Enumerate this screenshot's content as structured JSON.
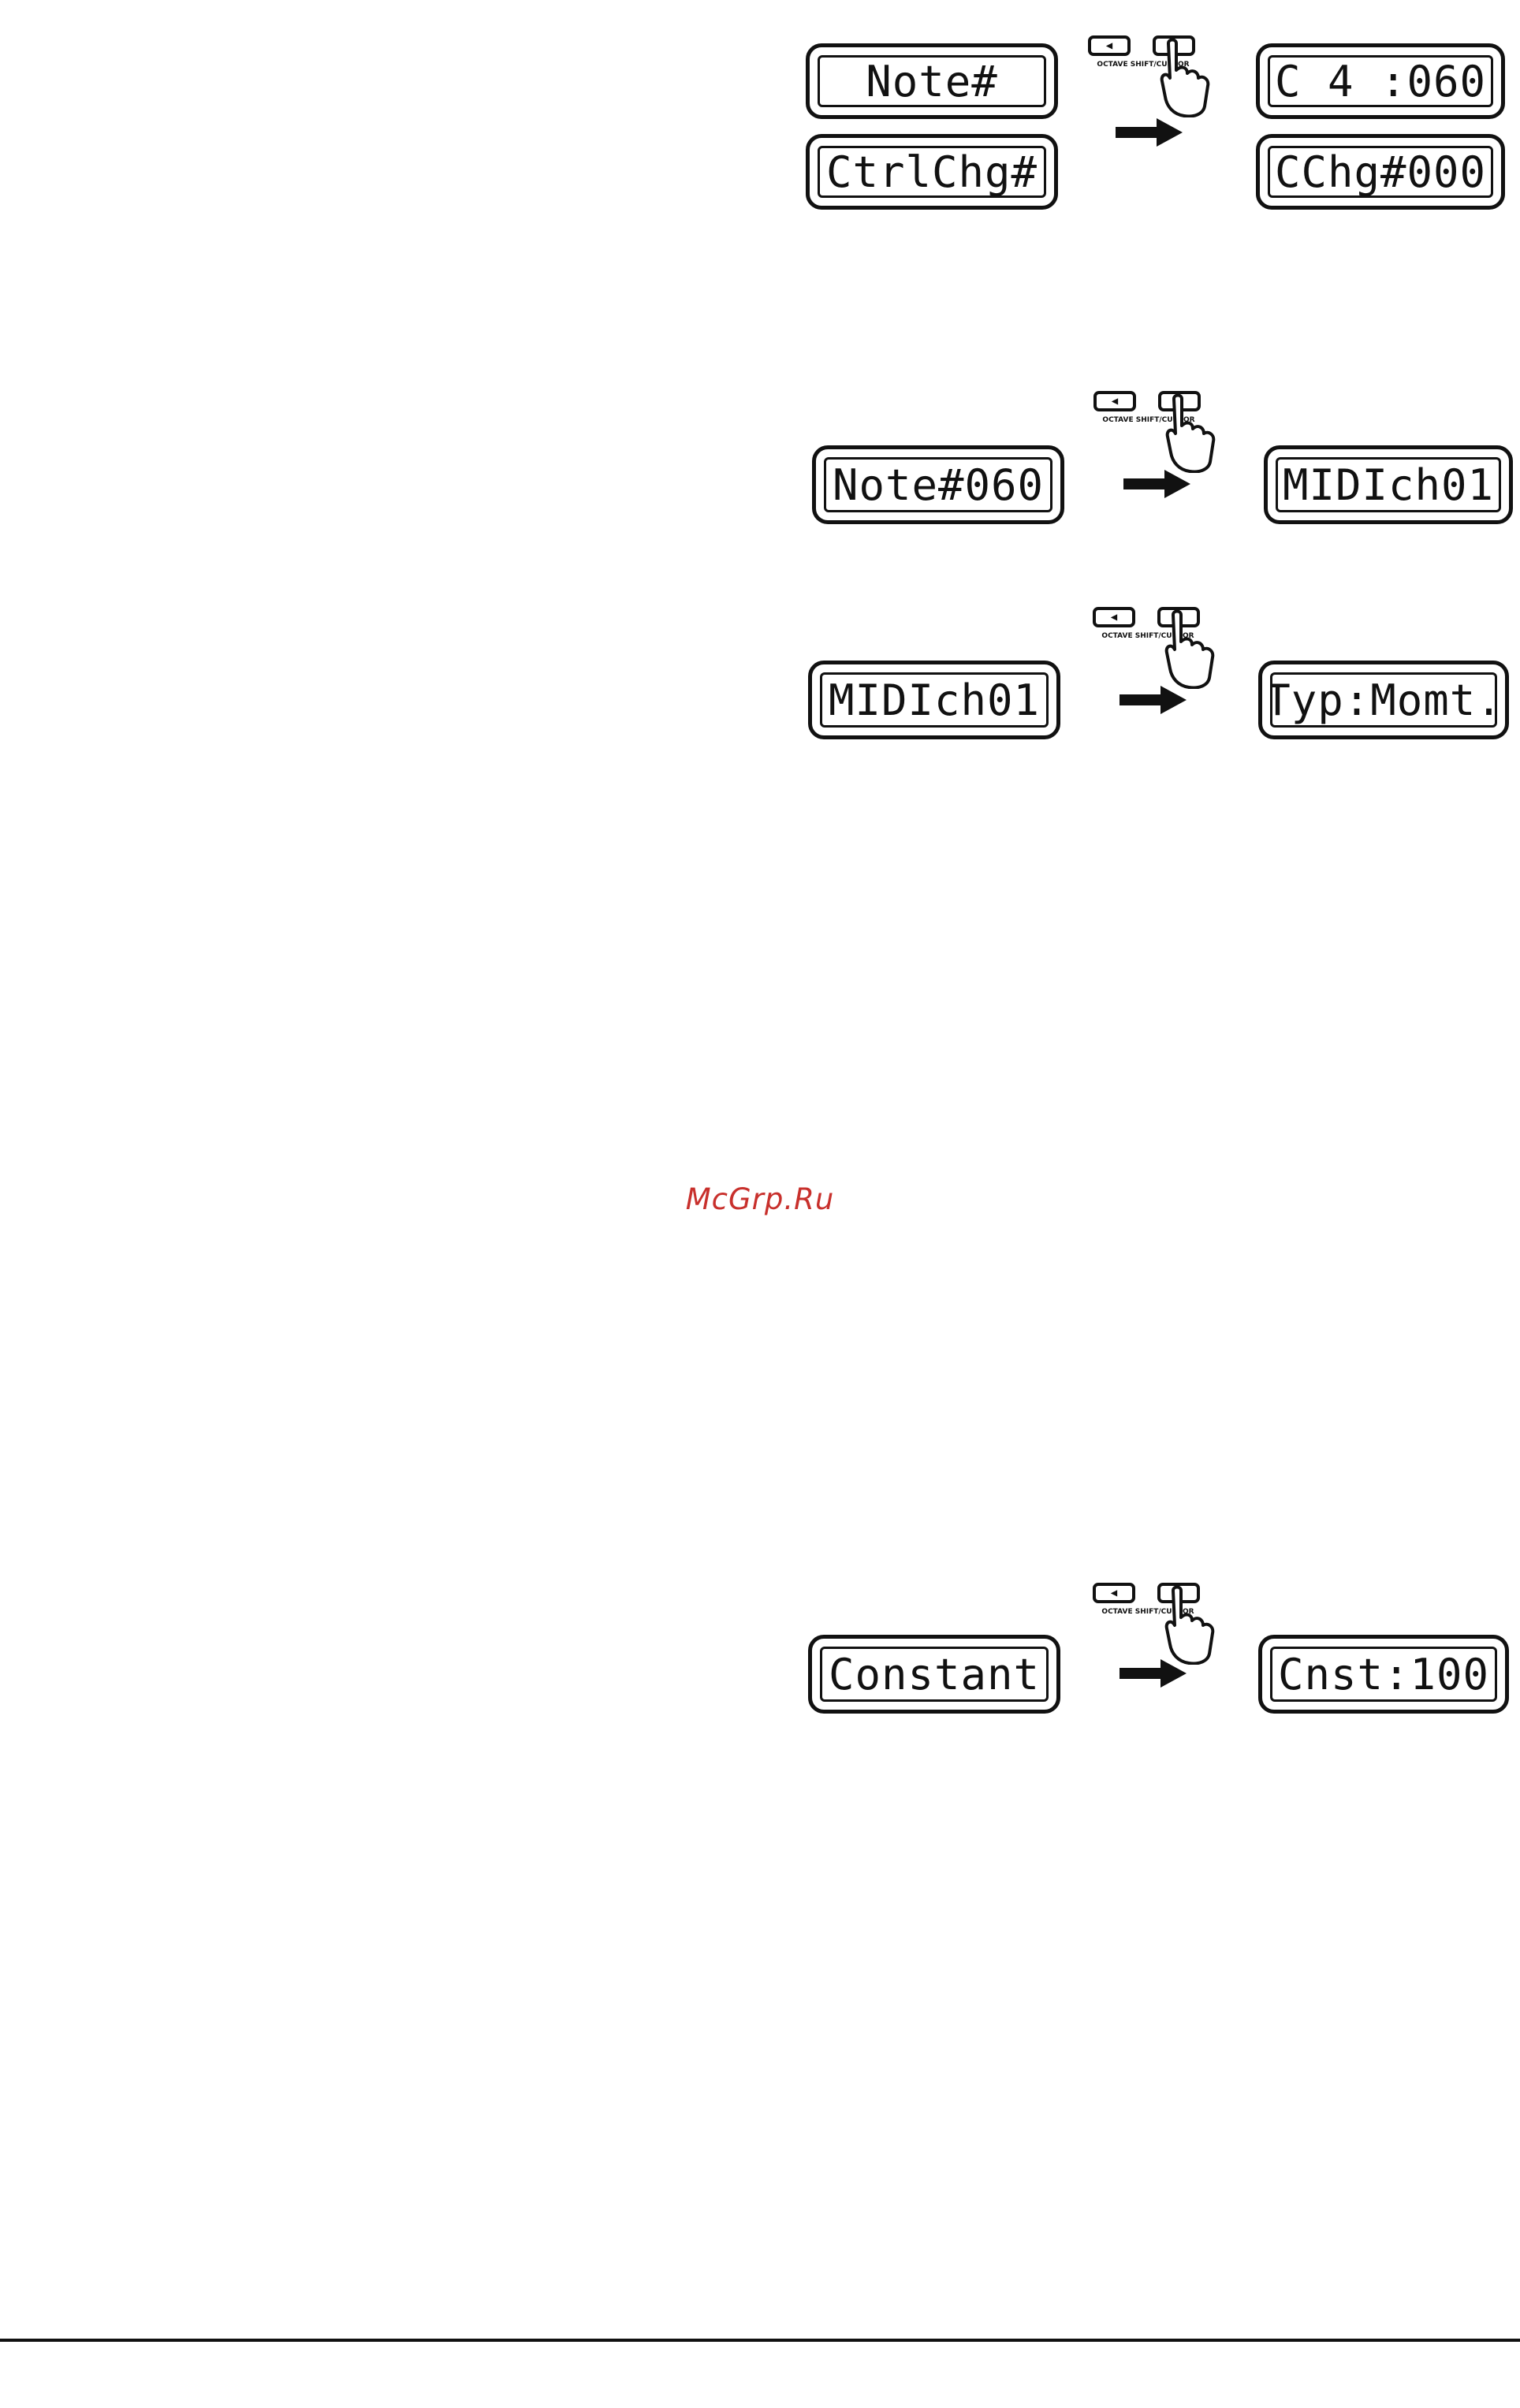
{
  "section_1": {
    "before": [
      "Note#",
      "CtrlChg#"
    ],
    "after": [
      "C 4 :060",
      "CChg#000"
    ]
  },
  "section_2": {
    "before": "Note#060",
    "after": "MIDIch01"
  },
  "section_3": {
    "before": "MIDIch01",
    "after": "Typ:Momt."
  },
  "section_4": {
    "before": "Constant",
    "after": "Cnst:100"
  },
  "button_caption": "OCTAVE SHIFT/CURSOR",
  "watermark": "McGrp.Ru",
  "icons": {
    "left_key": "left-triangle-icon",
    "right_key": "right-triangle-icon",
    "hand": "pressing-finger-icon",
    "arrow": "right-arrow-icon"
  }
}
